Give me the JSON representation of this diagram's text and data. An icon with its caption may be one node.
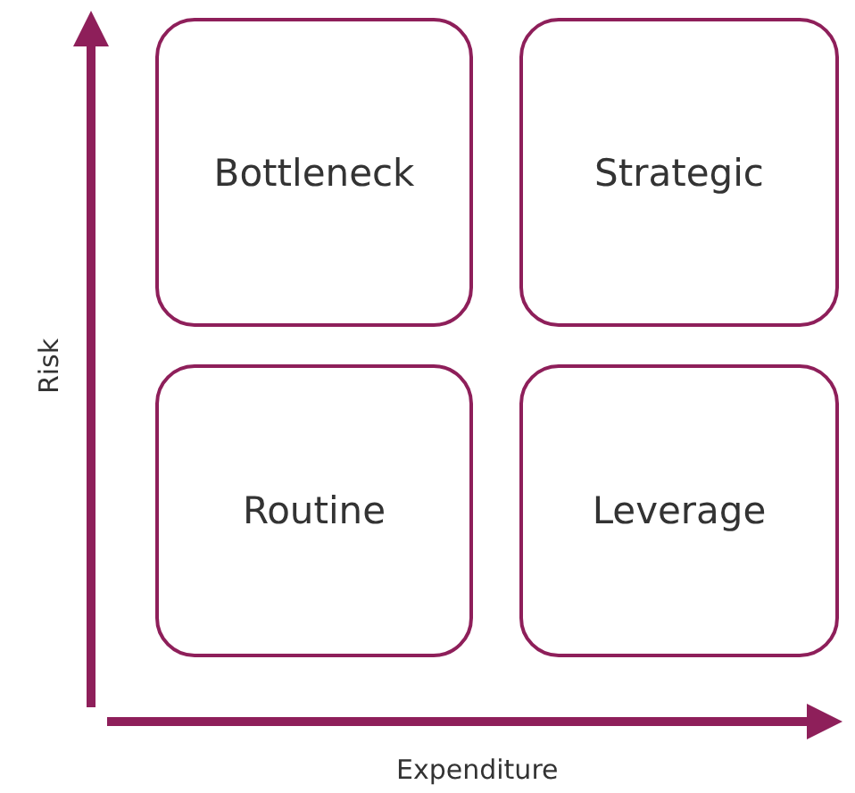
{
  "diagram": {
    "nodes": [
      {
        "text": [
          "Bottleneck"
        ]
      },
      {
        "text": [
          "Strategic"
        ]
      },
      {
        "text": [
          "Routine"
        ]
      },
      {
        "text": [
          "Leverage"
        ]
      }
    ],
    "labels": [
      "Risk",
      "Expenditure"
    ]
  }
}
